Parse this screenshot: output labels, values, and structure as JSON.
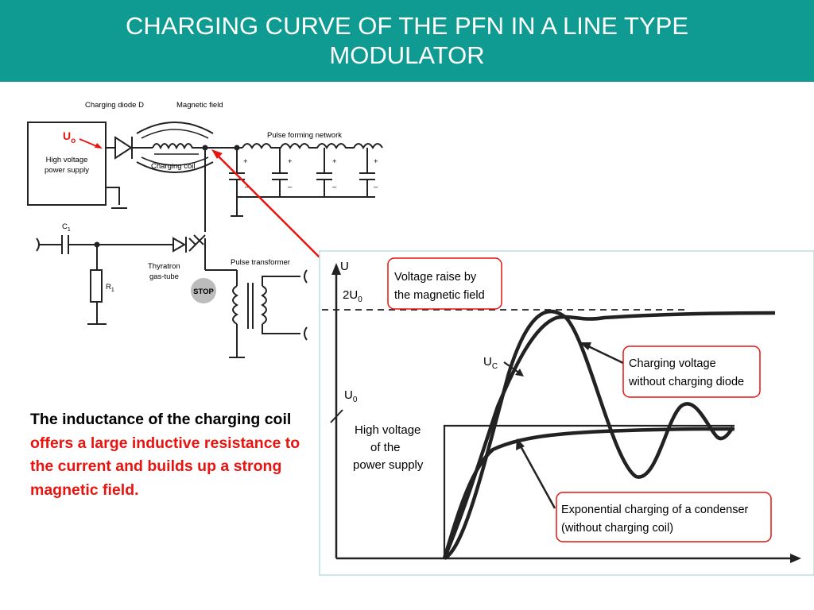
{
  "slide": {
    "title_line1": "CHARGING CURVE OF THE PFN IN A LINE TYPE",
    "title_line2": "MODULATOR",
    "body_black": "The inductance of the charging coil ",
    "body_red": "offers a large inductive resistance to the current and builds up a strong magnetic field.",
    "colors": {
      "header": "#0f9a92",
      "accent_red": "#e8140f"
    }
  },
  "circuit": {
    "charging_diode": "Charging diode D",
    "magnetic_field": "Magnetic field",
    "uo": "U",
    "uo_sub": "o",
    "power_supply_line1": "High voltage",
    "power_supply_line2": "power supply",
    "charging_coil": "Charging coil",
    "pfn": "Pulse forming network",
    "c1": "C",
    "c1_sub": "1",
    "r1": "R",
    "r1_sub": "1",
    "thyratron_line1": "Thyratron",
    "thyratron_line2": "gas-tube",
    "stop": "STOP",
    "pulse_transformer": "Pulse transformer",
    "plus": "+",
    "minus": "–"
  },
  "graph": {
    "axis_u": "U",
    "label_2u0": "2U",
    "label_2u0_sub": "0",
    "label_u0": "U",
    "label_u0_sub": "0",
    "label_uc": "U",
    "label_uc_sub": "C",
    "hv_line1": "High voltage",
    "hv_line2": "of the",
    "hv_line3": "power supply",
    "box_magnetic_line1": "Voltage raise by",
    "box_magnetic_line2": "the magnetic field",
    "box_nodiode_line1": "Charging voltage",
    "box_nodiode_line2": "without charging diode",
    "box_exp_line1": "Exponential charging of a condenser",
    "box_exp_line2": "(without charging coil)"
  }
}
